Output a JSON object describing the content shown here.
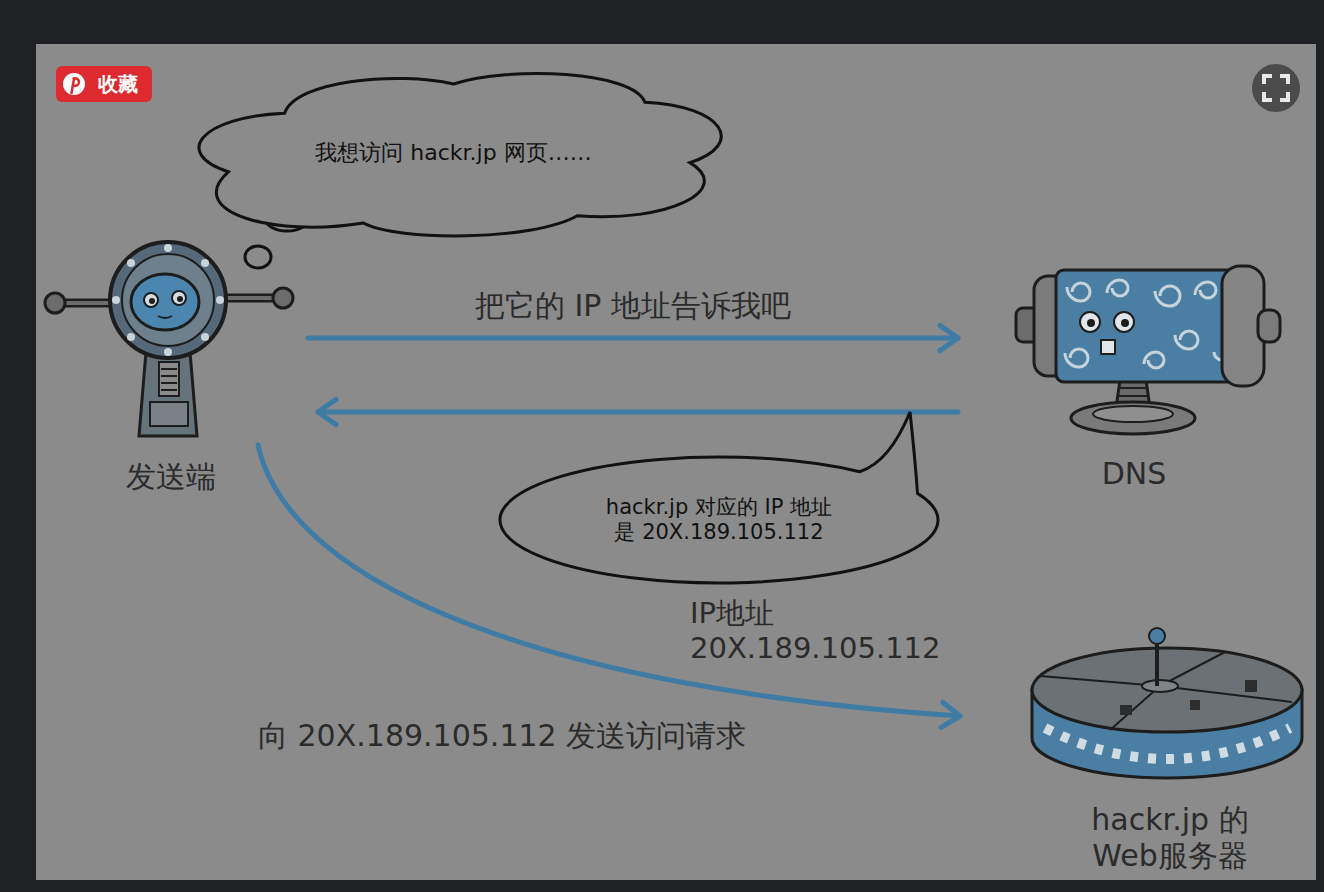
{
  "diagram": {
    "nodes": [
      {
        "text": [
          "收藏"
        ]
      },
      {
        "text": [
          "我想访问 hackr.jp 网页……"
        ]
      },
      {
        "text": [
          "发送端"
        ]
      },
      {
        "text": [
          "DNS"
        ]
      },
      {
        "text": [
          "hackr.jp 对应的 IP 地址 是 20X.189.105.112"
        ]
      },
      {
        "text": [
          "hackr.jp 的 Web服务器"
        ]
      }
    ],
    "edges": [
      {
        "from": 2,
        "to": 3,
        "label": "把它的 IP 地址告诉我吧",
        "arrow": "to"
      },
      {
        "from": 3,
        "to": 2,
        "arrow": "to"
      },
      {
        "from": 2,
        "to": 5,
        "label": "向 20X.189.105.112 发送访问请求",
        "arrow": "to"
      }
    ],
    "labels": [
      "IP地址 20X.189.105.112"
    ]
  }
}
